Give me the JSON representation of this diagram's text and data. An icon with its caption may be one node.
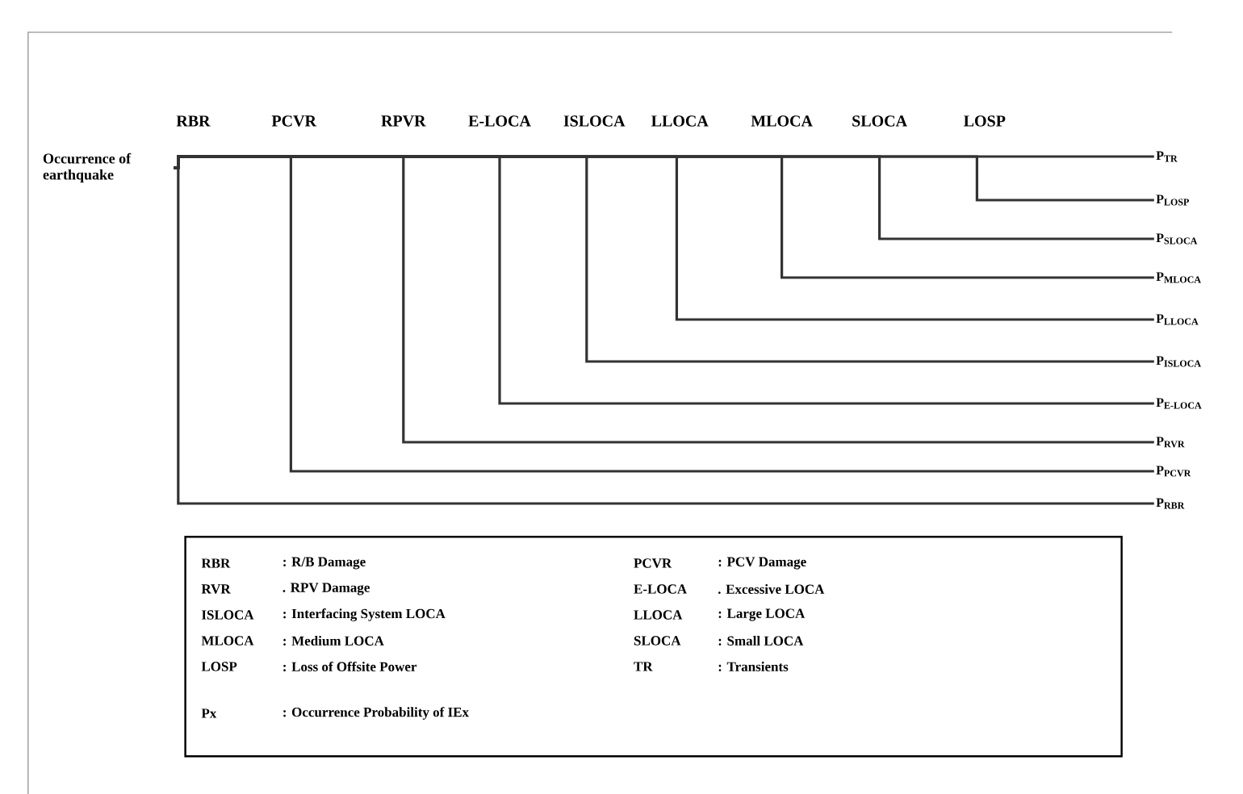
{
  "diagram": {
    "nodes": [
      {
        "text": [
          "Occurrence of earthquake"
        ]
      },
      {
        "text": [
          "P$_{TR}$"
        ]
      },
      {
        "text": [
          "P$_{LOSP}$"
        ]
      },
      {
        "text": [
          "P$_{SLOCA}$"
        ]
      },
      {
        "text": [
          "P$_{MLOCA}$"
        ]
      },
      {
        "text": [
          "P$_{LLOCA}$"
        ]
      },
      {
        "text": [
          "P$_{ISLOCA}$"
        ]
      },
      {
        "text": [
          "P$_{E-LOCA}$"
        ]
      },
      {
        "text": [
          "P$_{RVR}$"
        ]
      },
      {
        "text": [
          "P$_{PCVR}$"
        ]
      },
      {
        "text": [
          "P$_{RBR}$"
        ]
      },
      {
        "text": [
          "RBR",
          ": R/B Damage",
          "PCVR",
          ": PCV Damage",
          "RVR",
          ". RPV Damage",
          "E-LOCA",
          ". Excessive LOCA",
          "ISLOCA",
          ": Interfacing System LOCA",
          "LLOCA",
          ": Large LOCA",
          "MLOCA",
          ": Medium LOCA",
          "SLOCA",
          ": Small LOCA",
          "LOSP",
          ": Loss of Offsite Power",
          "TR",
          ": Transients",
          "Px",
          ": Occurrence Probability of IEx"
        ]
      }
    ],
    "edges": [
      {
        "from": 0,
        "to": 1,
        "arrow": "none"
      },
      {
        "from": 0,
        "to": 2,
        "arrow": "none"
      },
      {
        "from": 0,
        "to": 3,
        "arrow": "none"
      },
      {
        "from": 0,
        "to": 4,
        "arrow": "none"
      },
      {
        "from": 0,
        "to": 5,
        "arrow": "none"
      },
      {
        "from": 0,
        "to": 6,
        "arrow": "none"
      },
      {
        "from": 0,
        "to": 7,
        "arrow": "none"
      },
      {
        "from": 0,
        "to": 8,
        "arrow": "none"
      },
      {
        "from": 0,
        "to": 9,
        "arrow": "none"
      },
      {
        "from": 0,
        "to": 10,
        "arrow": "none"
      }
    ],
    "labels": [
      "RBR",
      "PCVR",
      "RPVR",
      "E-LOCA",
      "ISLOCA",
      "LLOCA",
      "MLOCA",
      "SLOCA",
      "LOSP"
    ]
  }
}
